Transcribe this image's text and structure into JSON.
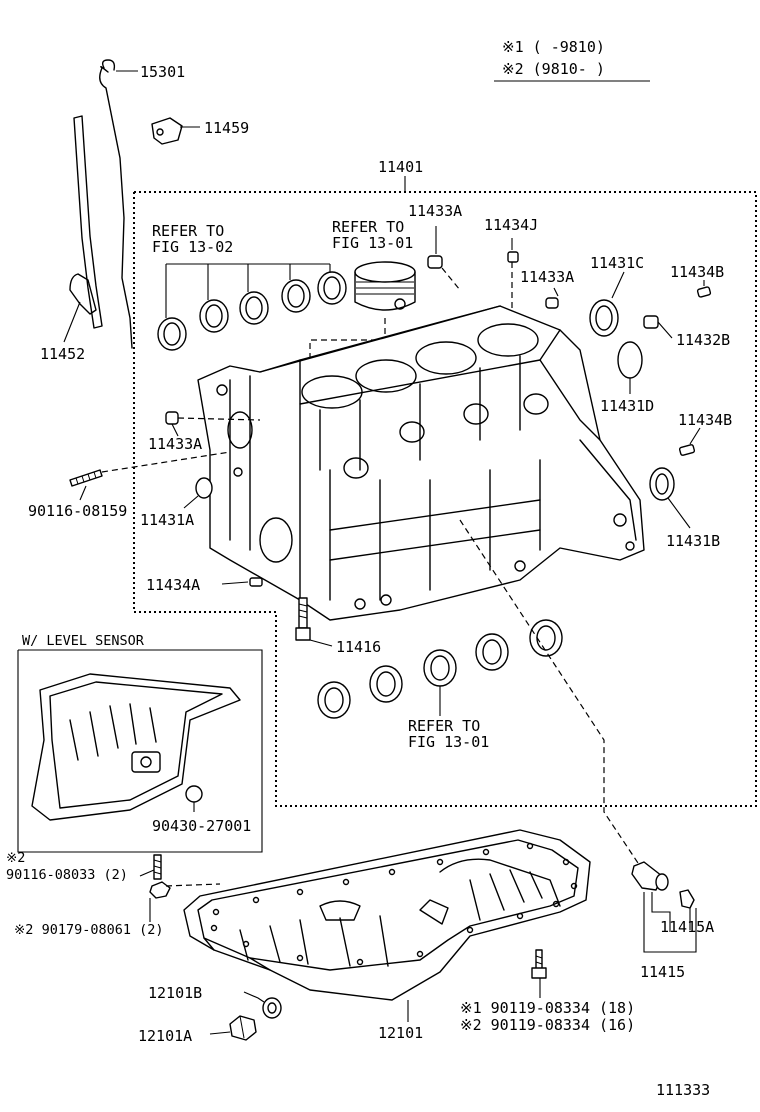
{
  "legend": {
    "note1": "※1 (      -9810)",
    "note2": "※2 (9810-      )"
  },
  "parts": {
    "p15301": "15301",
    "p11459": "11459",
    "p11452": "11452",
    "p11401": "11401",
    "p11433A_top": "11433A",
    "p11434J": "11434J",
    "p11433A_mid": "11433A",
    "p11431C": "11431C",
    "p11434B_top": "11434B",
    "p11432B": "11432B",
    "p11431D": "11431D",
    "p11434B_mid": "11434B",
    "p11431B": "11431B",
    "p11433A_left": "11433A",
    "p90116_08159": "90116-08159",
    "p11431A": "11431A",
    "p11434A": "11434A",
    "p11416": "11416",
    "p90430_27001": "90430-27001",
    "p90116_08033_mark": "※2",
    "p90116_08033": "90116-08033 (2)",
    "p90179_08061": "※2 90179-08061 (2)",
    "p11415A": "11415A",
    "p11415": "11415",
    "p12101B": "12101B",
    "p12101A": "12101A",
    "p12101": "12101",
    "p90119_1": "※1 90119-08334 (18)",
    "p90119_2": "※2 90119-08334 (16)"
  },
  "refs": {
    "ref_bearings_l1": "REFER TO",
    "ref_bearings_l2": "FIG 13-02",
    "ref_piston_l1": "REFER TO",
    "ref_piston_l2": "FIG 13-01",
    "ref_main_l1": "REFER TO",
    "ref_main_l2": "FIG 13-01"
  },
  "inset": {
    "title": "W/ LEVEL SENSOR"
  },
  "figure_number": "111333"
}
